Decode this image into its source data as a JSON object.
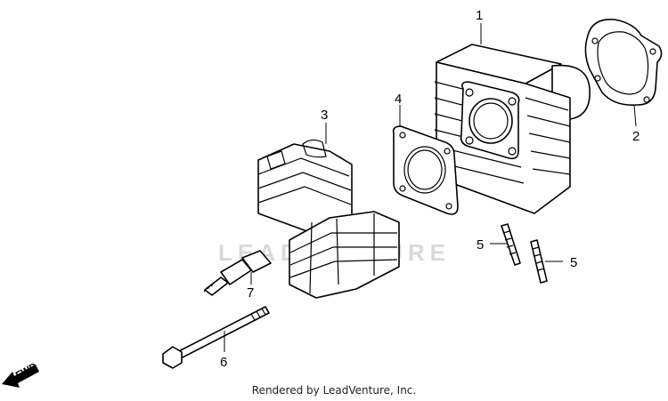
{
  "watermark": "LEADVENTURE",
  "credit": "Rendered by LeadVenture, Inc.",
  "fwd_label": "FWD",
  "callouts": {
    "c1": "1",
    "c2": "2",
    "c3": "3",
    "c4": "4",
    "c5a": "5",
    "c5b": "5",
    "c6": "6",
    "c7": "7"
  }
}
